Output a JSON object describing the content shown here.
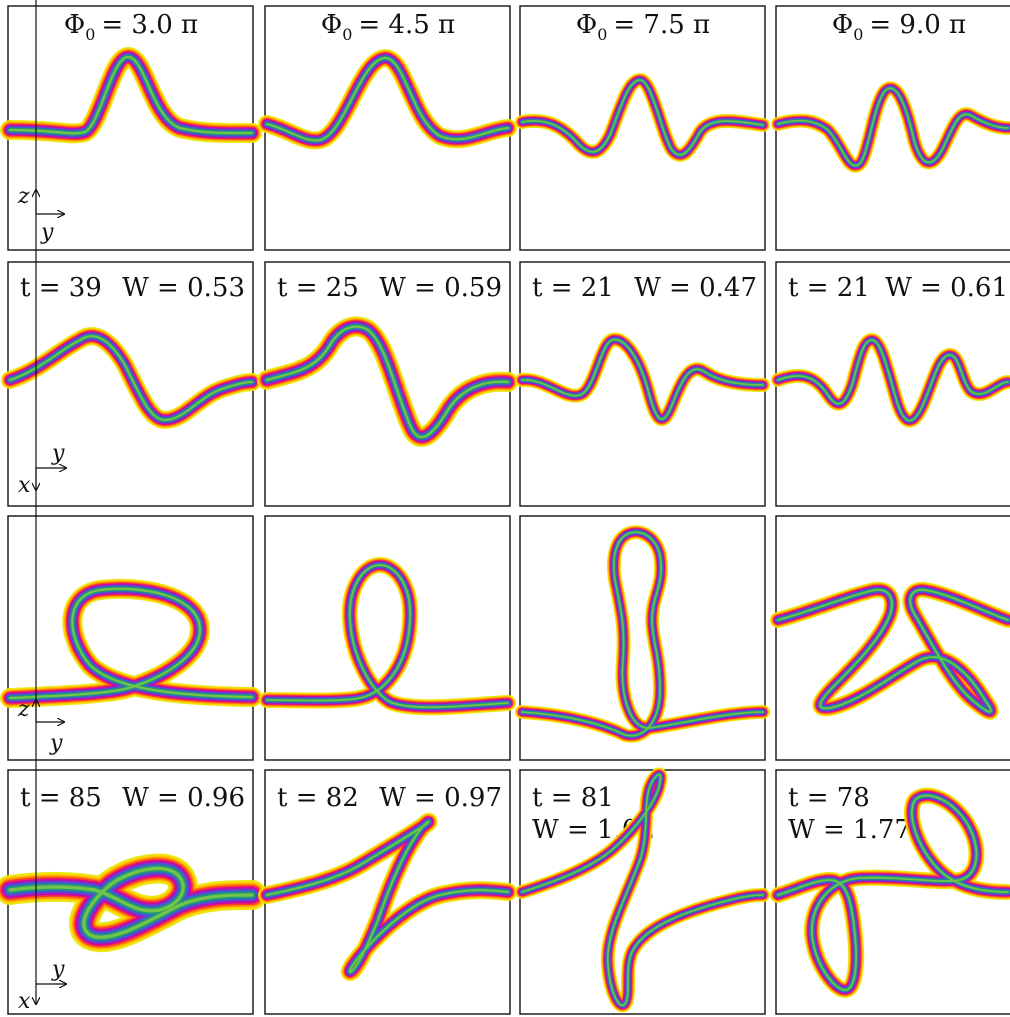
{
  "columns": [
    {
      "phi_label": "Φ",
      "phi_sub": "0",
      "phi_value": "= 3.0 π"
    },
    {
      "phi_label": "Φ",
      "phi_sub": "0",
      "phi_value": "= 4.5 π"
    },
    {
      "phi_label": "Φ",
      "phi_sub": "0",
      "phi_value": "= 7.5 π"
    },
    {
      "phi_label": "Φ",
      "phi_sub": "0",
      "phi_value": "= 9.0 π"
    }
  ],
  "early": [
    {
      "t": "t = 39",
      "w": "W = 0.53"
    },
    {
      "t": "t = 25",
      "w": "W = 0.59"
    },
    {
      "t": "t = 21",
      "w": "W = 0.47"
    },
    {
      "t": "t = 21",
      "w": "W = 0.61"
    }
  ],
  "late": [
    {
      "t": "t = 85",
      "w": "W = 0.96"
    },
    {
      "t": "t = 82",
      "w": "W = 0.97"
    },
    {
      "t": "t = 81",
      "w": "W = 1.02"
    },
    {
      "t": "t = 78",
      "w": "W = 1.77"
    }
  ],
  "axes": {
    "side_vertical": "z",
    "side_horizontal": "y",
    "top_vertical": "x",
    "top_horizontal": "y"
  },
  "ribbon_colors": [
    "#e8e800",
    "#ffcc00",
    "#ff8c00",
    "#ff3333",
    "#cc00aa",
    "#7a33cc",
    "#3366cc",
    "#1f9e6e",
    "#7ac943"
  ]
}
